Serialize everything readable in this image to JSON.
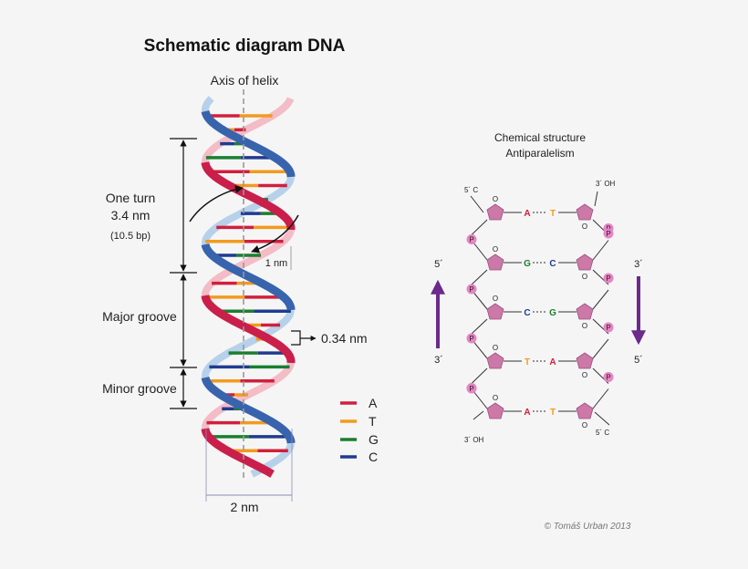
{
  "title": "Schematic diagram DNA",
  "axis_label": "Axis of helix",
  "one_turn": "One turn",
  "turn_length": "3.4 nm",
  "turn_bp": "(10.5 bp)",
  "width_label": "1 nm",
  "major_groove": "Major groove",
  "minor_groove": "Minor groove",
  "rise_label": "0.34 nm",
  "diameter_label": "2 nm",
  "legend": [
    {
      "base": "A",
      "color": "#d11f3d"
    },
    {
      "base": "T",
      "color": "#f39a1e"
    },
    {
      "base": "G",
      "color": "#1a7f2f"
    },
    {
      "base": "C",
      "color": "#203b8f"
    }
  ],
  "chem_title_1": "Chemical structure",
  "chem_title_2": "Antiparalelism",
  "left_top_label": "5´ C",
  "right_top_label": "3´ OH",
  "left_bottom_label": "3´ OH",
  "right_bottom_label": "5´ C",
  "oxygen": "O",
  "phosphate": "P",
  "arrow_left_top": "5´",
  "arrow_left_bottom": "3´",
  "arrow_right_top": "3´",
  "arrow_right_bottom": "5´",
  "pairs": [
    {
      "left": "A",
      "right": "T"
    },
    {
      "left": "G",
      "right": "C"
    },
    {
      "left": "C",
      "right": "G"
    },
    {
      "left": "T",
      "right": "A"
    },
    {
      "left": "A",
      "right": "T"
    }
  ],
  "copyright": "© Tomáš Urban 2013"
}
